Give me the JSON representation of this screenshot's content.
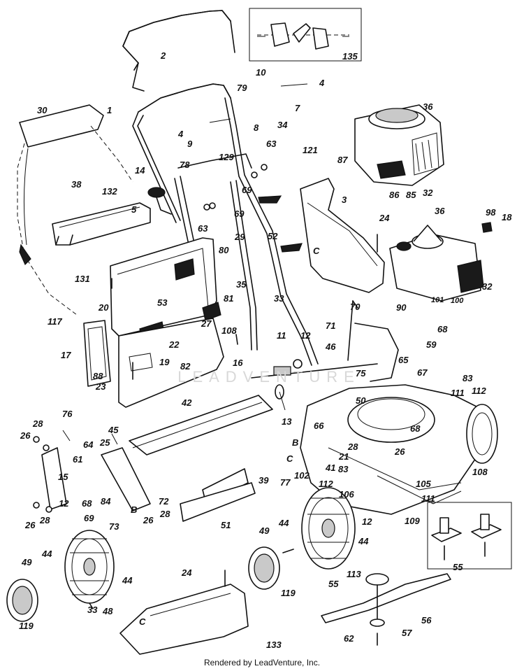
{
  "diagram": {
    "part_numbers": {
      "p2": "2",
      "p135": "135",
      "p10": "10",
      "p4a": "4",
      "p79": "79",
      "p7": "7",
      "p8": "8",
      "p34": "34",
      "p1": "1",
      "p30": "30",
      "p4b": "4",
      "p9": "9",
      "p129": "129",
      "p36a": "36",
      "p87": "87",
      "p63a": "63",
      "p121": "121",
      "p14": "14",
      "p78": "78",
      "p38": "38",
      "p132": "132",
      "p69a": "69",
      "p86": "86",
      "p85": "85",
      "p32a": "32",
      "p3": "3",
      "p69b": "69",
      "p63b": "63",
      "p5": "5",
      "p52": "52",
      "p24a": "24",
      "p36b": "36",
      "p98": "98",
      "p18": "18",
      "p29": "29",
      "p80": "80",
      "pC1": "C",
      "p131": "131",
      "p33a": "33",
      "p35": "35",
      "p101": "101",
      "p100": "100",
      "p32b": "32",
      "p53": "53",
      "p20": "20",
      "p81": "81",
      "p70": "70",
      "p90": "90",
      "p117": "117",
      "p27": "27",
      "p71": "71",
      "p68a": "68",
      "p108a": "108",
      "p11": "11",
      "p12a": "12",
      "p22": "22",
      "p59": "59",
      "p17": "17",
      "p46": "46",
      "p65": "65",
      "p82": "82",
      "p16": "16",
      "p19": "19",
      "p75": "75",
      "p67": "67",
      "p88": "88",
      "p23": "23",
      "p83a": "83",
      "p112a": "112",
      "p111a": "111",
      "p50": "50",
      "p42": "42",
      "p13": "13",
      "p76": "76",
      "p28a": "28",
      "p26a": "26",
      "p45": "45",
      "p66": "66",
      "p68b": "68",
      "p25": "25",
      "pB1": "B",
      "p21": "21",
      "p28b": "28",
      "p26b": "26",
      "p108b": "108",
      "p64": "64",
      "pC2": "C",
      "p41": "41",
      "p83b": "83",
      "p61": "61",
      "p77": "77",
      "p102": "102",
      "p15": "15",
      "p105": "105",
      "p39": "39",
      "p12b": "12",
      "p68c": "68",
      "p84": "84",
      "p72": "72",
      "p112b": "112",
      "p111b": "111",
      "pB2": "B",
      "p26c": "26",
      "p28c": "28",
      "p69c": "69",
      "p73": "73",
      "p106": "106",
      "p12c": "12",
      "p26d": "26",
      "p28d": "28",
      "p51": "51",
      "p109": "109",
      "p49a": "49",
      "p44a": "44",
      "p44b": "44",
      "p49b": "49",
      "p44c": "44",
      "p44d": "44",
      "p24b": "24",
      "p113": "113",
      "p55a": "55",
      "p55b": "55",
      "p48": "48",
      "p119a": "119",
      "p33b": "33",
      "pC3": "C",
      "p56": "56",
      "p119b": "119",
      "p57": "57",
      "p62": "62",
      "p133": "133"
    },
    "watermark": "LEADVENTURE",
    "footer": "Rendered by LeadVenture, Inc."
  }
}
